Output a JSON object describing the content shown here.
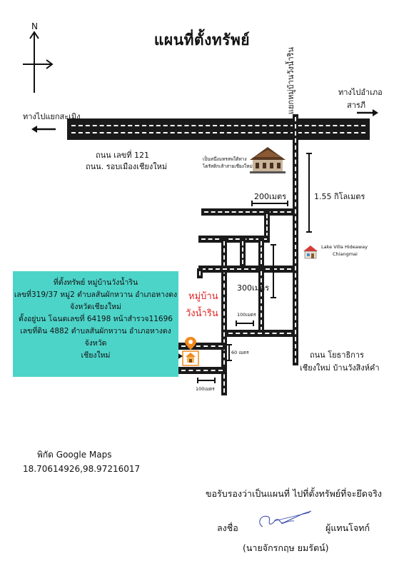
{
  "title": "แผนที่ตั้งทรัพย์",
  "compass": {
    "north_label": "N"
  },
  "labels": {
    "left_direction": "ทางไปแยกสะเมิง",
    "right_direction_line1": "ทางไปอำเภอ",
    "right_direction_line2": "สารภี",
    "main_road_line1": "ถนน เลขที่ 121",
    "main_road_line2": "ถนน. รอบเมืองเชียงใหม่",
    "vertical_road": "แยกหมู่บ้านวังน้ำริน",
    "landmark_line1": "เป็นหนึ่งมหรสพใต้ทาง",
    "landmark_line2": "ไตรัสติกเส้าสายเชียงใหม่",
    "dist_200": "200เมตร",
    "dist_155": "1.55 กิโลเมตร",
    "lake_villa_line1": "Lake Villa Hideaway",
    "lake_villa_line2": "Chiangmai",
    "dist_300": "300เมตร",
    "village_line1": "หมู่บ้าน",
    "village_line2": "วังน้ำริน",
    "dist_100_a": "100เมตร",
    "dist_60": "60 เมตร",
    "dist_100_b": "100เมตร",
    "road_right_line1": "ถนน โยธาธิการ",
    "road_right_line2": "เชียงใหม่ บ้านวังสิงห์คำ"
  },
  "info_box": {
    "lines": [
      "ที่ตั้งทรัพย์ หมู่บ้านวังน้ำริน",
      "เลขที่319/37 หมู่2 ตำบลสันผักหวาน อำเภอหางดง",
      "จังหวัดเชียงใหม่",
      "ตั้งอยู่บน โฉนดเลขที่ 64198 หน้าสำรวจ11696",
      "เลขที่ดิน 4882 ตำบลสันผักหวาน อำเภอหางดง จังหวัด",
      "เชียงใหม่"
    ],
    "color": "#4dd4c9"
  },
  "coordinates": {
    "label": "พิกัด Google Maps",
    "value": "18.70614926,98.97216017"
  },
  "certification": {
    "statement": "ขอรับรองว่าเป็นแผนที่ ไปที่ตั้งทรัพย์ที่จะยึดจริง",
    "sign_label": "ลงชื่อ",
    "role": "ผู้แทนโจทก์",
    "name": "(นายจักรกฤษ ยมรัตน์)"
  },
  "colors": {
    "road": "#1a1a1a",
    "village_text": "#e02525",
    "pin": "#f08a1c"
  }
}
